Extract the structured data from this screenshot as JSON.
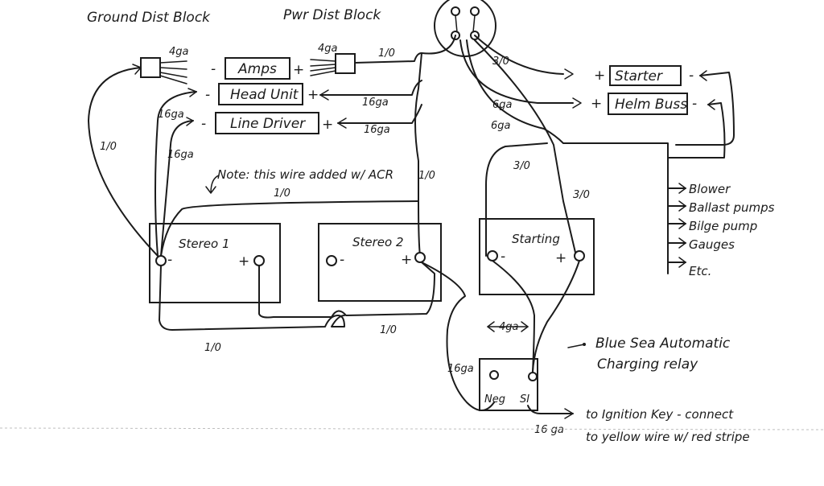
{
  "labels": {
    "ground_block": "Ground Dist Block",
    "pwr_block": "Pwr Dist Block",
    "amps": "Amps",
    "head_unit": "Head Unit",
    "line_driver": "Line Driver",
    "starter": "Starter",
    "helm_buss": "Helm Buss",
    "note": "Note: this wire added w/ ACR",
    "stereo1": "Stereo 1",
    "stereo2": "Stereo 2",
    "starting": "Starting",
    "acr_title_1": "Blue Sea Automatic",
    "acr_title_2": "Charging relay",
    "neg": "Neg",
    "sl": "SI",
    "ign_1": "to Ignition Key - connect",
    "ign_2": "to yellow wire w/ red stripe"
  },
  "helm_loads": [
    "Blower",
    "Ballast pumps",
    "Bilge pump",
    "Gauges",
    "Etc."
  ],
  "gauges": {
    "g_4ga_a": "4ga",
    "g_4ga_b": "4ga",
    "g_1o_top": "1/0",
    "g_16ga_hu": "16ga",
    "g_16ga_ld": "16ga",
    "g_3o_top": "3/0",
    "g_6ga_a": "6ga",
    "g_6ga_b": "6ga",
    "g_16ga_left_a": "16ga",
    "g_16ga_left_b": "16ga",
    "g_1o_left": "1/0",
    "g_1o_mid": "1/0",
    "g_1o_note": "1/0",
    "g_3o_mid": "3/0",
    "g_3o_right": "3/0",
    "g_4ga_acr": "4ga",
    "g_1o_bottom_a": "1/0",
    "g_1o_bottom_b": "1/0",
    "g_16ga_acr": "16ga",
    "g_16ga_ign": "16 ga"
  },
  "signs": {
    "minus": "-",
    "plus": "+"
  }
}
